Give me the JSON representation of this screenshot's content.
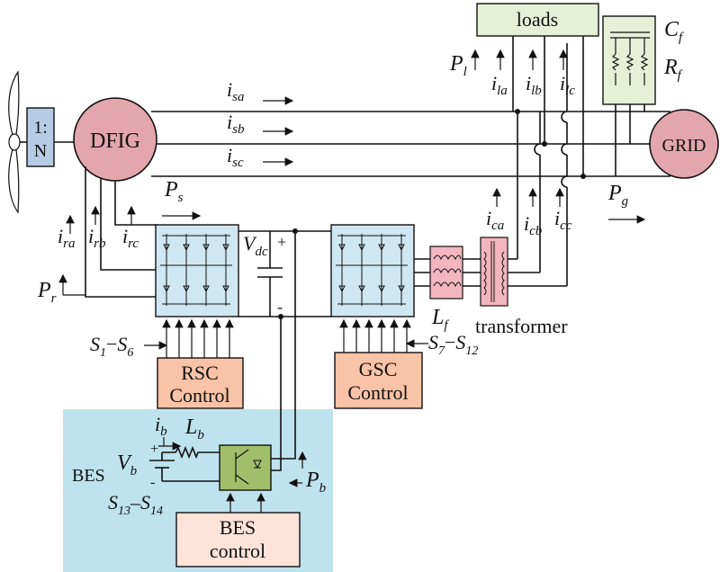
{
  "blocks": {
    "gearbox": {
      "line1": "1:",
      "line2": "N"
    },
    "dfig": "DFIG",
    "grid": "GRID",
    "loads": "loads",
    "rsc_control": {
      "line1": "RSC",
      "line2": "Control"
    },
    "gsc_control": {
      "line1": "GSC",
      "line2": "Control"
    },
    "bes_control": {
      "line1": "BES",
      "line2": "control"
    },
    "transformer": "transformer",
    "bes_region": "BES"
  },
  "currents": {
    "isa": {
      "base": "i",
      "sub": "sa"
    },
    "isb": {
      "base": "i",
      "sub": "sb"
    },
    "isc": {
      "base": "i",
      "sub": "sc"
    },
    "ira": {
      "base": "i",
      "sub": "ra"
    },
    "irb": {
      "base": "i",
      "sub": "rb"
    },
    "irc": {
      "base": "i",
      "sub": "rc"
    },
    "ila": {
      "base": "i",
      "sub": "la"
    },
    "ilb": {
      "base": "i",
      "sub": "lb"
    },
    "ilc": {
      "base": "i",
      "sub": "lc"
    },
    "ica": {
      "base": "i",
      "sub": "ca"
    },
    "icb": {
      "base": "i",
      "sub": "cb"
    },
    "icc": {
      "base": "i",
      "sub": "cc"
    },
    "ib": {
      "base": "i",
      "sub": "b"
    }
  },
  "powers": {
    "Pl": {
      "base": "P",
      "sub": "l"
    },
    "Ps": {
      "base": "P",
      "sub": "s"
    },
    "Pg": {
      "base": "P",
      "sub": "g"
    },
    "Pr": {
      "base": "P",
      "sub": "r"
    },
    "Pb": {
      "base": "P",
      "sub": "b"
    }
  },
  "components": {
    "Cf": {
      "base": "C",
      "sub": "f"
    },
    "Rf": {
      "base": "R",
      "sub": "f"
    },
    "Lf": {
      "base": "L",
      "sub": "f"
    },
    "Lb": {
      "base": "L",
      "sub": "b"
    },
    "Vdc": {
      "base": "V",
      "sub": "dc"
    },
    "Vb": {
      "base": "V",
      "sub": "b"
    }
  },
  "switch_labels": {
    "rsc": {
      "a": "S",
      "a_sub": "1",
      "dash": "−",
      "b": "S",
      "b_sub": "6"
    },
    "gsc": {
      "a": "S",
      "a_sub": "7",
      "dash": "−",
      "b": "S",
      "b_sub": "12"
    },
    "bes": {
      "a": "S",
      "a_sub": "13",
      "dash": "–",
      "b": "S",
      "b_sub": "14"
    }
  },
  "polarity": {
    "plus": "+",
    "minus": "-",
    "vb_plus": "+",
    "vb_minus": "-"
  },
  "colors": {
    "dfig_fill": "#e3a6ad",
    "grid_fill": "#e3a6ad",
    "gearbox_fill": "#b6cbe4",
    "converter_fill": "#cfe7f3",
    "control_fill": "#f8c3a6",
    "loads_fill": "#e6f0d6",
    "bes_region_fill": "#bfe2ef",
    "bes_switch_fill": "#9fbf6a",
    "bes_control_fill": "#fde3d8",
    "inductor_fill": "#f3b6c0"
  }
}
